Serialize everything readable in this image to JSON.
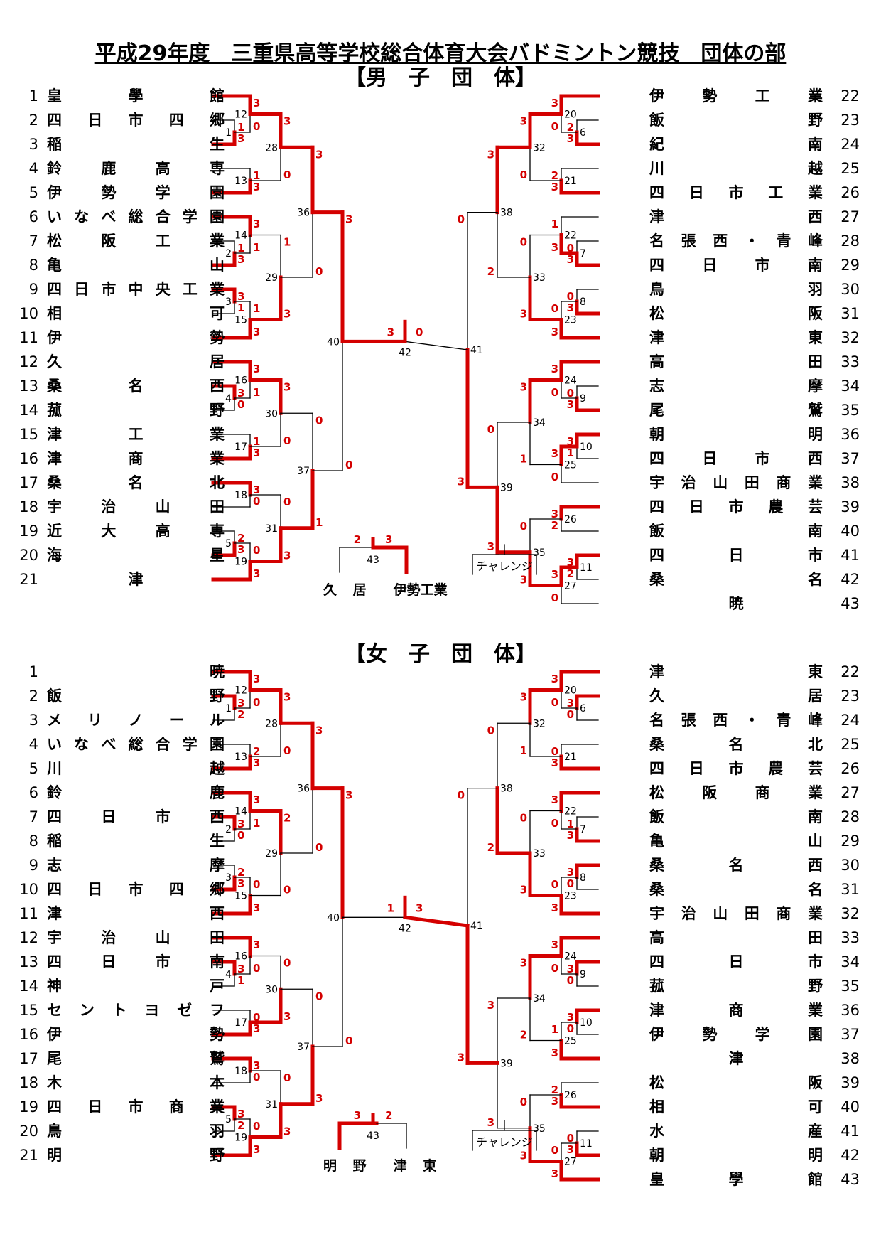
{
  "title": "平成29年度　三重県高等学校総合体育大会バドミントン競技　団体の部",
  "men": {
    "heading": "【男　子　団　体】",
    "challenge_label": "チャレンジ",
    "final_names": [
      "久 居",
      "伊勢工業"
    ],
    "teams_left": [
      {
        "num": "1",
        "name": "皇學館"
      },
      {
        "num": "2",
        "name": "四日市四郷"
      },
      {
        "num": "3",
        "name": "稲生"
      },
      {
        "num": "4",
        "name": "鈴鹿高専"
      },
      {
        "num": "5",
        "name": "伊勢学園"
      },
      {
        "num": "6",
        "name": "いなべ総合学園"
      },
      {
        "num": "7",
        "name": "松阪工業"
      },
      {
        "num": "8",
        "name": "亀山"
      },
      {
        "num": "9",
        "name": "四日市中央工業"
      },
      {
        "num": "10",
        "name": "相可"
      },
      {
        "num": "11",
        "name": "伊勢"
      },
      {
        "num": "12",
        "name": "久居"
      },
      {
        "num": "13",
        "name": "桑名西"
      },
      {
        "num": "14",
        "name": "菰野"
      },
      {
        "num": "15",
        "name": "津工業"
      },
      {
        "num": "16",
        "name": "津商業"
      },
      {
        "num": "17",
        "name": "桑名北"
      },
      {
        "num": "18",
        "name": "宇治山田"
      },
      {
        "num": "19",
        "name": "近大高専"
      },
      {
        "num": "20",
        "name": "海星"
      },
      {
        "num": "21",
        "name": "津"
      }
    ],
    "teams_right": [
      {
        "num": "22",
        "name": "伊勢工業"
      },
      {
        "num": "23",
        "name": "飯野"
      },
      {
        "num": "24",
        "name": "紀南"
      },
      {
        "num": "25",
        "name": "川越"
      },
      {
        "num": "26",
        "name": "四日市工業"
      },
      {
        "num": "27",
        "name": "津西"
      },
      {
        "num": "28",
        "name": "名張西・青峰"
      },
      {
        "num": "29",
        "name": "四日市南"
      },
      {
        "num": "30",
        "name": "鳥羽"
      },
      {
        "num": "31",
        "name": "松阪"
      },
      {
        "num": "32",
        "name": "津東"
      },
      {
        "num": "33",
        "name": "高田"
      },
      {
        "num": "34",
        "name": "志摩"
      },
      {
        "num": "35",
        "name": "尾鷲"
      },
      {
        "num": "36",
        "name": "朝明"
      },
      {
        "num": "37",
        "name": "四日市西"
      },
      {
        "num": "38",
        "name": "宇治山田商業"
      },
      {
        "num": "39",
        "name": "四日市農芸"
      },
      {
        "num": "40",
        "name": "飯南"
      },
      {
        "num": "41",
        "name": "四日市"
      },
      {
        "num": "42",
        "name": "桑名"
      },
      {
        "num": "43",
        "name": "暁"
      }
    ],
    "matches": [
      {
        "id": "1",
        "a": "1",
        "b": "3"
      },
      {
        "id": "2",
        "a": "1",
        "b": "3"
      },
      {
        "id": "3",
        "a": "3",
        "b": "1"
      },
      {
        "id": "4",
        "a": "3",
        "b": "0"
      },
      {
        "id": "5",
        "a": "2",
        "b": "3"
      },
      {
        "id": "6",
        "a": "2",
        "b": "3"
      },
      {
        "id": "7",
        "a": "0",
        "b": "3"
      },
      {
        "id": "8",
        "a": "0",
        "b": "3"
      },
      {
        "id": "9",
        "a": "0",
        "b": "3"
      },
      {
        "id": "10",
        "a": "3",
        "b": "1"
      },
      {
        "id": "11",
        "a": "3",
        "b": "2"
      },
      {
        "id": "12",
        "a": "3",
        "b": "0"
      },
      {
        "id": "13",
        "a": "1",
        "b": "3"
      },
      {
        "id": "14",
        "a": "3",
        "b": "1"
      },
      {
        "id": "15",
        "a": "1",
        "b": "3"
      },
      {
        "id": "16",
        "a": "3",
        "b": "1"
      },
      {
        "id": "17",
        "a": "1",
        "b": "3"
      },
      {
        "id": "18",
        "a": "3",
        "b": "0"
      },
      {
        "id": "19",
        "a": "0",
        "b": "3"
      },
      {
        "id": "20",
        "a": "3",
        "b": "0"
      },
      {
        "id": "21",
        "a": "2",
        "b": "3"
      },
      {
        "id": "22",
        "a": "1",
        "b": "3"
      },
      {
        "id": "23",
        "a": "0",
        "b": "3"
      },
      {
        "id": "24",
        "a": "3",
        "b": "0"
      },
      {
        "id": "25",
        "a": "3",
        "b": "0"
      },
      {
        "id": "26",
        "a": "3",
        "b": "2"
      },
      {
        "id": "27",
        "a": "3",
        "b": "0"
      },
      {
        "id": "28",
        "a": "3",
        "b": "0"
      },
      {
        "id": "29",
        "a": "1",
        "b": "3"
      },
      {
        "id": "30",
        "a": "3",
        "b": "0"
      },
      {
        "id": "31",
        "a": "0",
        "b": "3"
      },
      {
        "id": "32",
        "a": "3",
        "b": "0"
      },
      {
        "id": "33",
        "a": "0",
        "b": "3"
      },
      {
        "id": "34",
        "a": "3",
        "b": "1"
      },
      {
        "id": "35",
        "a": "0",
        "b": "3"
      },
      {
        "id": "36",
        "a": "3",
        "b": "0"
      },
      {
        "id": "37",
        "a": "0",
        "b": "1"
      },
      {
        "id": "38",
        "a": "3",
        "b": "2"
      },
      {
        "id": "39",
        "a": "0",
        "b": "3"
      },
      {
        "id": "40",
        "a": "3",
        "b": "0"
      },
      {
        "id": "41",
        "a": "0",
        "b": "3"
      },
      {
        "id": "42",
        "a": "3",
        "b": "0"
      },
      {
        "id": "43",
        "a": "2",
        "b": "3"
      }
    ]
  },
  "women": {
    "heading": "【女　子　団　体】",
    "challenge_label": "チャレンジ",
    "final_names": [
      "明 野",
      "津 東"
    ],
    "teams_left": [
      {
        "num": "1",
        "name": "暁"
      },
      {
        "num": "2",
        "name": "飯野"
      },
      {
        "num": "3",
        "name": "メリノール"
      },
      {
        "num": "4",
        "name": "いなべ総合学園"
      },
      {
        "num": "5",
        "name": "川越"
      },
      {
        "num": "6",
        "name": "鈴鹿"
      },
      {
        "num": "7",
        "name": "四日市西"
      },
      {
        "num": "8",
        "name": "稲生"
      },
      {
        "num": "9",
        "name": "志摩"
      },
      {
        "num": "10",
        "name": "四日市四郷"
      },
      {
        "num": "11",
        "name": "津西"
      },
      {
        "num": "12",
        "name": "宇治山田"
      },
      {
        "num": "13",
        "name": "四日市南"
      },
      {
        "num": "14",
        "name": "神戸"
      },
      {
        "num": "15",
        "name": "セントヨゼフ"
      },
      {
        "num": "16",
        "name": "伊勢"
      },
      {
        "num": "17",
        "name": "尾鷲"
      },
      {
        "num": "18",
        "name": "木本"
      },
      {
        "num": "19",
        "name": "四日市商業"
      },
      {
        "num": "20",
        "name": "鳥羽"
      },
      {
        "num": "21",
        "name": "明野"
      }
    ],
    "teams_right": [
      {
        "num": "22",
        "name": "津東"
      },
      {
        "num": "23",
        "name": "久居"
      },
      {
        "num": "24",
        "name": "名張西・青峰"
      },
      {
        "num": "25",
        "name": "桑名北"
      },
      {
        "num": "26",
        "name": "四日市農芸"
      },
      {
        "num": "27",
        "name": "松阪商業"
      },
      {
        "num": "28",
        "name": "飯南"
      },
      {
        "num": "29",
        "name": "亀山"
      },
      {
        "num": "30",
        "name": "桑名西"
      },
      {
        "num": "31",
        "name": "桑名"
      },
      {
        "num": "32",
        "name": "宇治山田商業"
      },
      {
        "num": "33",
        "name": "高田"
      },
      {
        "num": "34",
        "name": "四日市"
      },
      {
        "num": "35",
        "name": "菰野"
      },
      {
        "num": "36",
        "name": "津商業"
      },
      {
        "num": "37",
        "name": "伊勢学園"
      },
      {
        "num": "38",
        "name": "津"
      },
      {
        "num": "39",
        "name": "松阪"
      },
      {
        "num": "40",
        "name": "相可"
      },
      {
        "num": "41",
        "name": "水産"
      },
      {
        "num": "42",
        "name": "朝明"
      },
      {
        "num": "43",
        "name": "皇學館"
      }
    ],
    "matches": [
      {
        "id": "1",
        "a": "3",
        "b": "2"
      },
      {
        "id": "2",
        "a": "3",
        "b": "0"
      },
      {
        "id": "3",
        "a": "2",
        "b": "3"
      },
      {
        "id": "4",
        "a": "3",
        "b": "1"
      },
      {
        "id": "5",
        "a": "3",
        "b": "2"
      },
      {
        "id": "6",
        "a": "3",
        "b": "0"
      },
      {
        "id": "7",
        "a": "1",
        "b": "3"
      },
      {
        "id": "8",
        "a": "3",
        "b": "0"
      },
      {
        "id": "9",
        "a": "3",
        "b": "0"
      },
      {
        "id": "10",
        "a": "3",
        "b": "0"
      },
      {
        "id": "11",
        "a": "0",
        "b": "3"
      },
      {
        "id": "12",
        "a": "3",
        "b": "0"
      },
      {
        "id": "13",
        "a": "2",
        "b": "3"
      },
      {
        "id": "14",
        "a": "3",
        "b": "1"
      },
      {
        "id": "15",
        "a": "0",
        "b": "3"
      },
      {
        "id": "16",
        "a": "3",
        "b": "0"
      },
      {
        "id": "17",
        "a": "0",
        "b": "3"
      },
      {
        "id": "18",
        "a": "3",
        "b": "0"
      },
      {
        "id": "19",
        "a": "0",
        "b": "3"
      },
      {
        "id": "20",
        "a": "3",
        "b": "0"
      },
      {
        "id": "21",
        "a": "0",
        "b": "3"
      },
      {
        "id": "22",
        "a": "3",
        "b": "0"
      },
      {
        "id": "23",
        "a": "0",
        "b": "3"
      },
      {
        "id": "24",
        "a": "3",
        "b": "0"
      },
      {
        "id": "25",
        "a": "1",
        "b": "3"
      },
      {
        "id": "26",
        "a": "2",
        "b": "3"
      },
      {
        "id": "27",
        "a": "0",
        "b": "3"
      },
      {
        "id": "28",
        "a": "3",
        "b": "0"
      },
      {
        "id": "29",
        "a": "2",
        "b": "0"
      },
      {
        "id": "30",
        "a": "0",
        "b": "3"
      },
      {
        "id": "31",
        "a": "0",
        "b": "3"
      },
      {
        "id": "32",
        "a": "3",
        "b": "1"
      },
      {
        "id": "33",
        "a": "0",
        "b": "3"
      },
      {
        "id": "34",
        "a": "3",
        "b": "2"
      },
      {
        "id": "35",
        "a": "0",
        "b": "3"
      },
      {
        "id": "36",
        "a": "3",
        "b": "0"
      },
      {
        "id": "37",
        "a": "0",
        "b": "3"
      },
      {
        "id": "38",
        "a": "0",
        "b": "2"
      },
      {
        "id": "39",
        "a": "3",
        "b": "3"
      },
      {
        "id": "40",
        "a": "3",
        "b": "0"
      },
      {
        "id": "41",
        "a": "0",
        "b": "3"
      },
      {
        "id": "42",
        "a": "1",
        "b": "3"
      },
      {
        "id": "43",
        "a": "3",
        "b": "2"
      }
    ]
  }
}
